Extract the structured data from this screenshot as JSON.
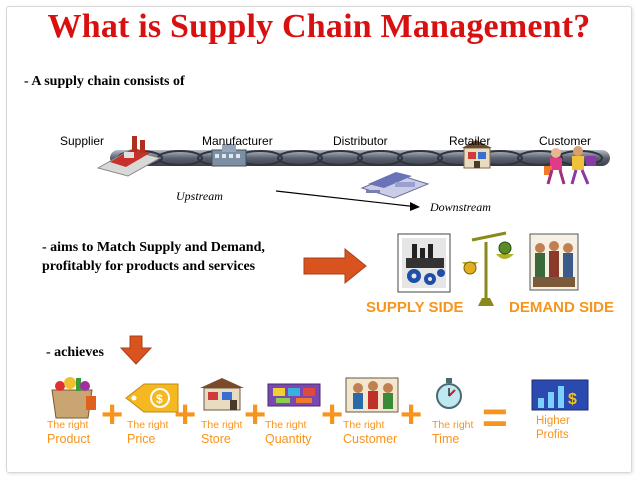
{
  "title": "What is Supply Chain Management?",
  "intro": "- A supply chain consists of",
  "chain": {
    "stages": [
      "Supplier",
      "Manufacturer",
      "Distributor",
      "Retailer",
      "Customer"
    ],
    "upstream": "Upstream",
    "downstream": "Downstream"
  },
  "aims": {
    "line1": "- aims to Match Supply and Demand,",
    "line2": "profitably for products and services"
  },
  "sides": {
    "supply": "SUPPLY SIDE",
    "demand": "DEMAND SIDE"
  },
  "achieves": "- achieves",
  "rights": [
    {
      "top": "The right",
      "bottom": "Product"
    },
    {
      "top": "The right",
      "bottom": "Price"
    },
    {
      "top": "The right",
      "bottom": "Store"
    },
    {
      "top": "The right",
      "bottom": "Quantity"
    },
    {
      "top": "The right",
      "bottom": "Customer"
    },
    {
      "top": "The right",
      "bottom": "Time"
    }
  ],
  "result": {
    "top": "Higher",
    "bottom": "Profits"
  },
  "operators": {
    "plus": "+",
    "equals": "="
  },
  "colors": {
    "title": "#d81010",
    "accent": "#f7941d",
    "arrow": "#d9531e"
  },
  "icons": [
    "factory-icon",
    "building-icon",
    "warehouse-icon",
    "store-icon",
    "shoppers-icon",
    "gears-factory-icon",
    "scale-icon",
    "crowd-icon",
    "grocery-bag-icon",
    "price-tag-icon",
    "storefront-icon",
    "boxes-icon",
    "people-icon",
    "stopwatch-icon",
    "chart-icon"
  ]
}
